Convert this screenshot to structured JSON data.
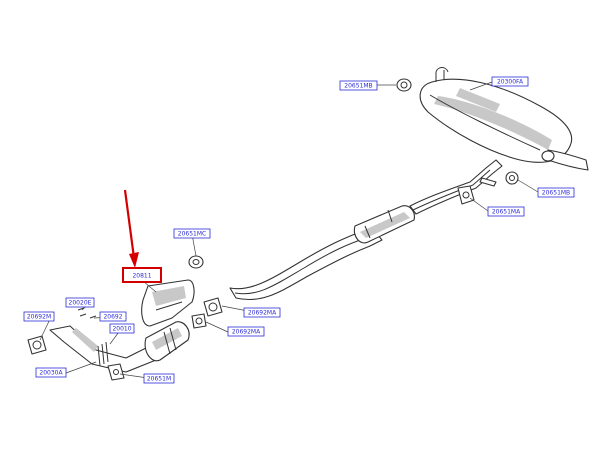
{
  "labels": {
    "muffler_mount_top": "20651MB",
    "rear_muffler": "20300FA",
    "muffler_mount_right": "20651MB",
    "hanger_mid": "20651MA",
    "center_mount": "20651MC",
    "heat_shield": "20811",
    "gasket_mid": "20692MA",
    "gasket_front": "20692MA",
    "front_gasket_left": "20692M",
    "clip_a": "20020E",
    "clip_b": "20692",
    "front_pipe": "20010",
    "bracket_left": "20030A",
    "hanger_bottom": "20651M"
  },
  "colors": {
    "label_blue": "#2b2bd6",
    "highlight_red": "#d40000",
    "line": "#333333"
  }
}
